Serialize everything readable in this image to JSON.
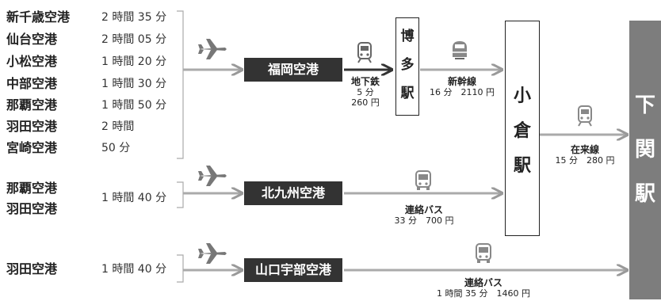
{
  "groups": [
    {
      "origins": [
        {
          "name": "新千歳空港",
          "time": "2 時間 35 分"
        },
        {
          "name": "仙台空港",
          "time": "2 時間 05 分"
        },
        {
          "name": "小松空港",
          "time": "1 時間 20 分"
        },
        {
          "name": "中部空港",
          "time": "1 時間 30 分"
        },
        {
          "name": "那覇空港",
          "time": "1 時間 50 分"
        },
        {
          "name": "羽田空港",
          "time": "2 時間"
        },
        {
          "name": "宮崎空港",
          "time": "50 分"
        }
      ],
      "destination_airport": "福岡空港"
    },
    {
      "origins": [
        {
          "name": "那覇空港"
        },
        {
          "name": "羽田空港"
        }
      ],
      "shared_time": "1 時間 40 分",
      "destination_airport": "北九州空港"
    },
    {
      "origins": [
        {
          "name": "羽田空港"
        }
      ],
      "shared_time": "1 時間 40 分",
      "destination_airport": "山口宇部空港"
    }
  ],
  "stations": {
    "hakata": [
      "博",
      "多",
      "駅"
    ],
    "kokura": [
      "小",
      "倉",
      "駅"
    ],
    "shimonoseki": [
      "下",
      "関",
      "駅"
    ]
  },
  "legs": {
    "subway": {
      "name": "地下鉄",
      "time": "5 分",
      "fare": "260 円"
    },
    "shinkansen": {
      "name": "新幹線",
      "time_fare": "16 分　2110 円"
    },
    "zairai": {
      "name": "在来線",
      "time_fare": "15 分　280 円"
    },
    "bus_kitakyushu": {
      "name": "連絡バス",
      "time_fare": "33 分　700 円"
    },
    "bus_yamaguchi": {
      "name": "連絡バス",
      "time_fare": "1 時間 35 分　1460 円"
    }
  },
  "colors": {
    "dark": "#333333",
    "line_gray": "#aaaaaa",
    "shimonoseki_bg": "#7d7d7d",
    "icon_gray": "#777777"
  },
  "icons": [
    "airplane-icon",
    "train-icon",
    "shinkansen-icon",
    "bus-icon"
  ]
}
